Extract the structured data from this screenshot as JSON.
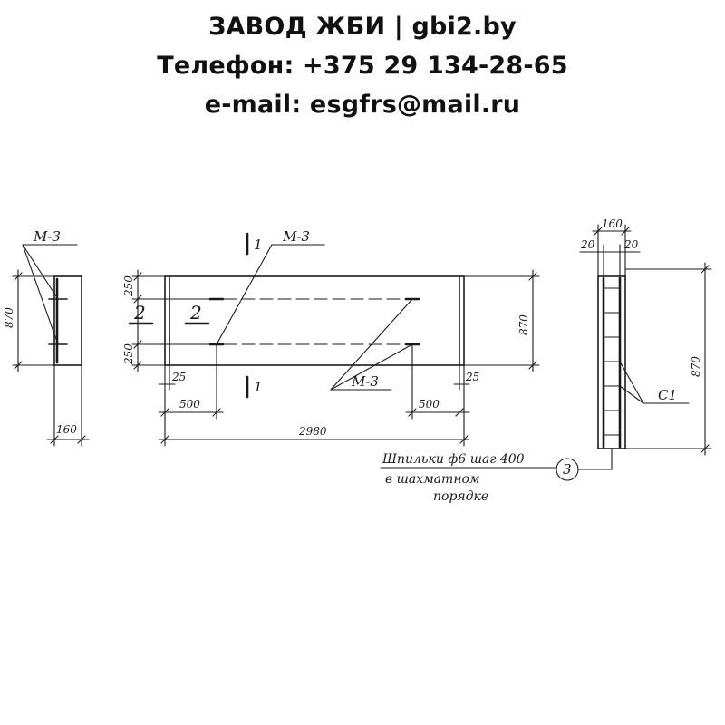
{
  "header": {
    "line1": "ЗАВОД ЖБИ | gbi2.by",
    "line2": "Телефон: +375 29 134-28-65",
    "line3": "e-mail: esgfrs@mail.ru"
  },
  "drawing": {
    "left_view": {
      "mark": "М-3",
      "height": "870",
      "width": "160"
    },
    "main_view": {
      "mark_top": "М-3",
      "mark_bottom": "М-3",
      "section_1": "1",
      "section_2": "2",
      "height": "870",
      "edge_top": "250",
      "edge_bottom": "250",
      "offset_left": "25",
      "offset_right": "25",
      "spacing_left": "500",
      "spacing_right": "500",
      "length": "2980"
    },
    "right_view": {
      "width": "160",
      "cover_left": "20",
      "cover_right": "20",
      "height": "870",
      "mesh": "С1",
      "note_line1": "Шпильки ф6 шаг 400",
      "note_line2": "в шахматном",
      "note_line3": "порядке",
      "callout": "3"
    }
  }
}
